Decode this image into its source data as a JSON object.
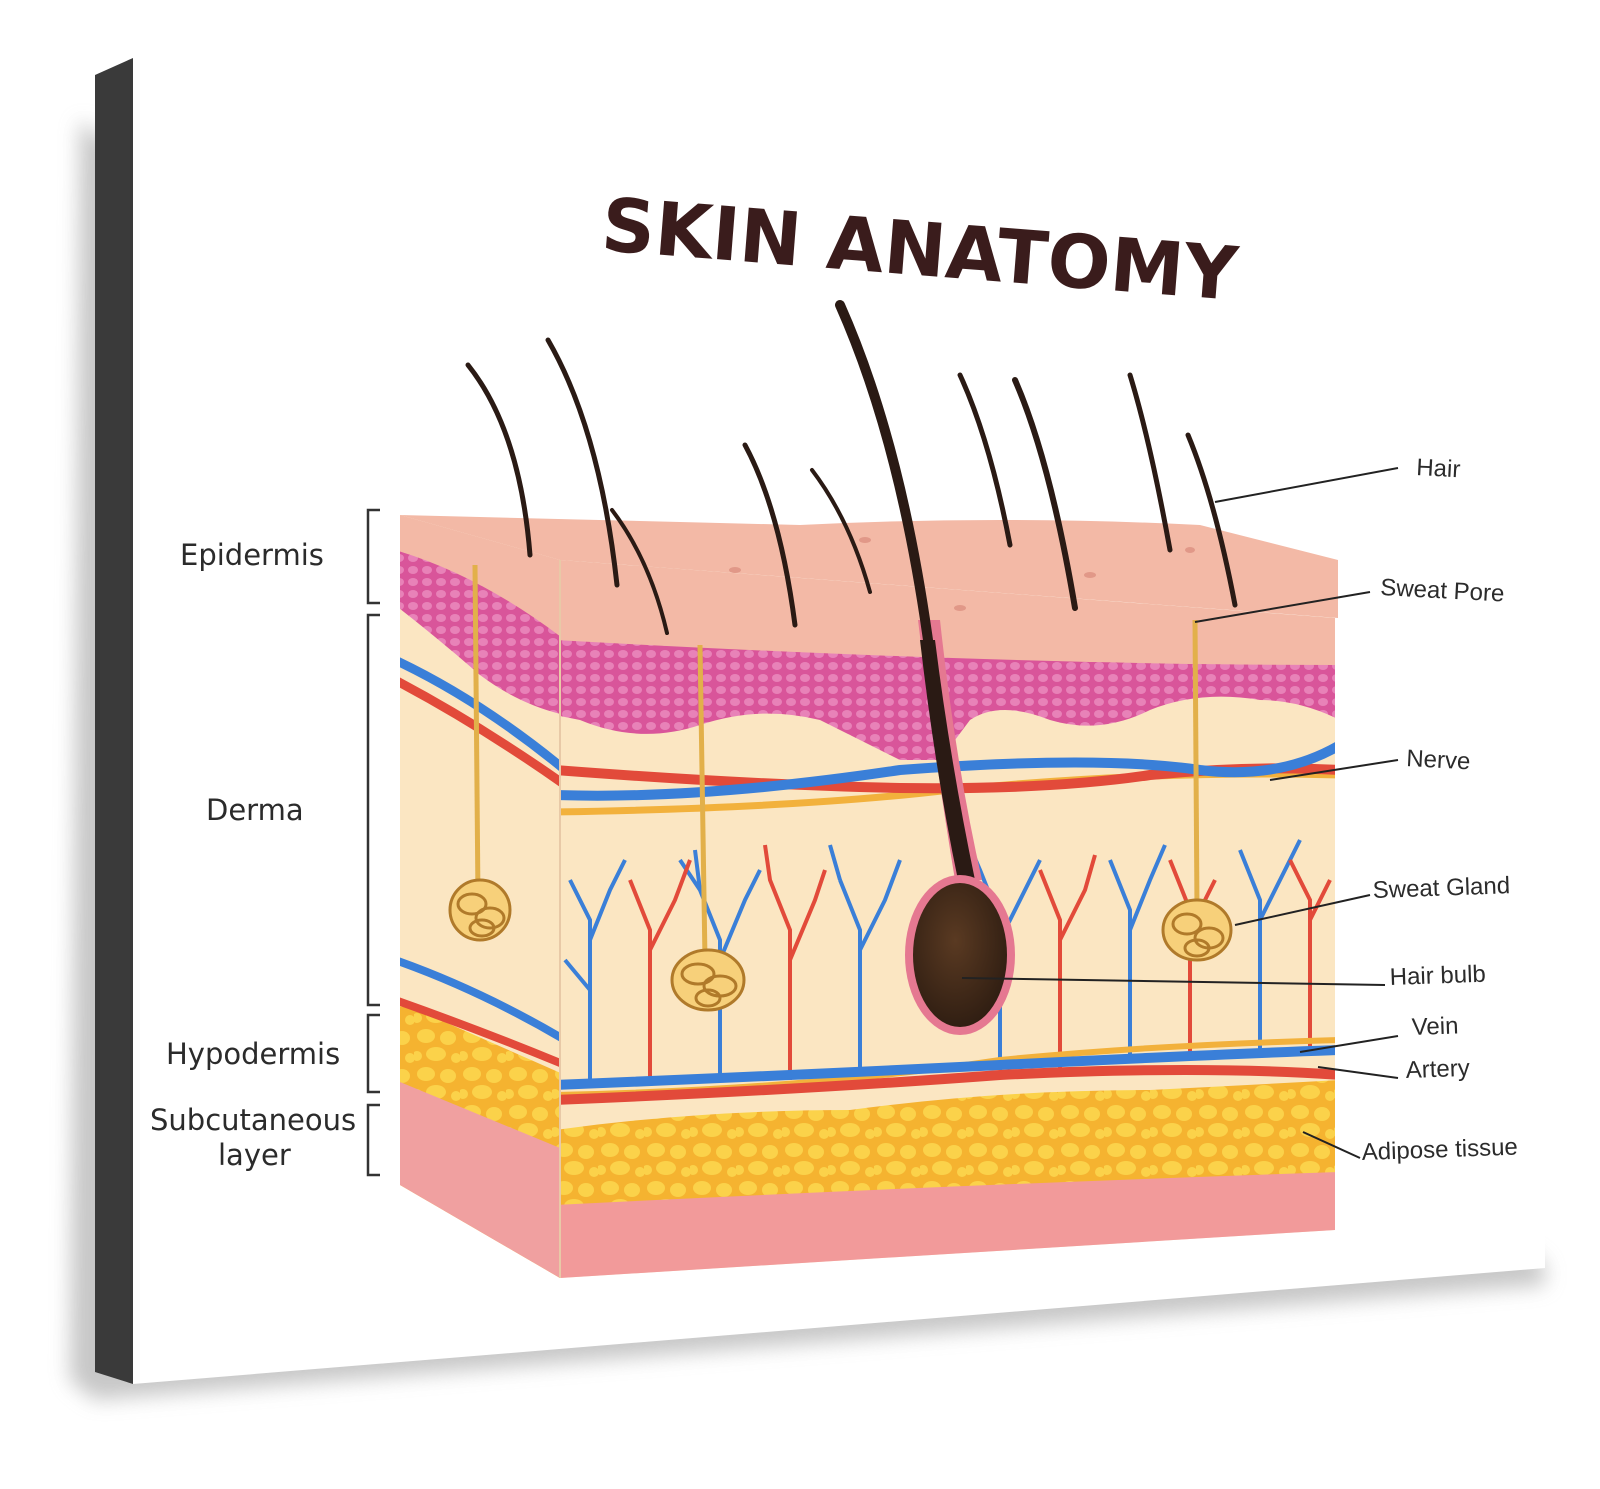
{
  "title": "SKIN ANATOMY",
  "left_labels": {
    "epidermis": "Epidermis",
    "derma": "Derma",
    "hypodermis": "Hypodermis",
    "subcutaneous_line1": "Subcutaneous",
    "subcutaneous_line2": "layer"
  },
  "right_labels": {
    "hair": "Hair",
    "sweat_pore": "Sweat Pore",
    "nerve": "Nerve",
    "sweat_gland": "Sweat Gland",
    "hair_bulb": "Hair bulb",
    "vein": "Vein",
    "artery": "Artery",
    "adipose_tissue": "Adipose tissue"
  },
  "colors": {
    "title": "#3a1c1c",
    "skin_surface": "#f3b9a6",
    "epidermis_pink": "#d9559a",
    "derma_cream": "#fbe6c2",
    "fat_yellow": "#f5b330",
    "base_pink": "#f29a9a",
    "vein_blue": "#3a7fd8",
    "artery_red": "#e24a3a",
    "nerve_yellow": "#f2b13c",
    "hair_dark": "#2a1a14",
    "frame_edge": "#3a3a3a"
  }
}
